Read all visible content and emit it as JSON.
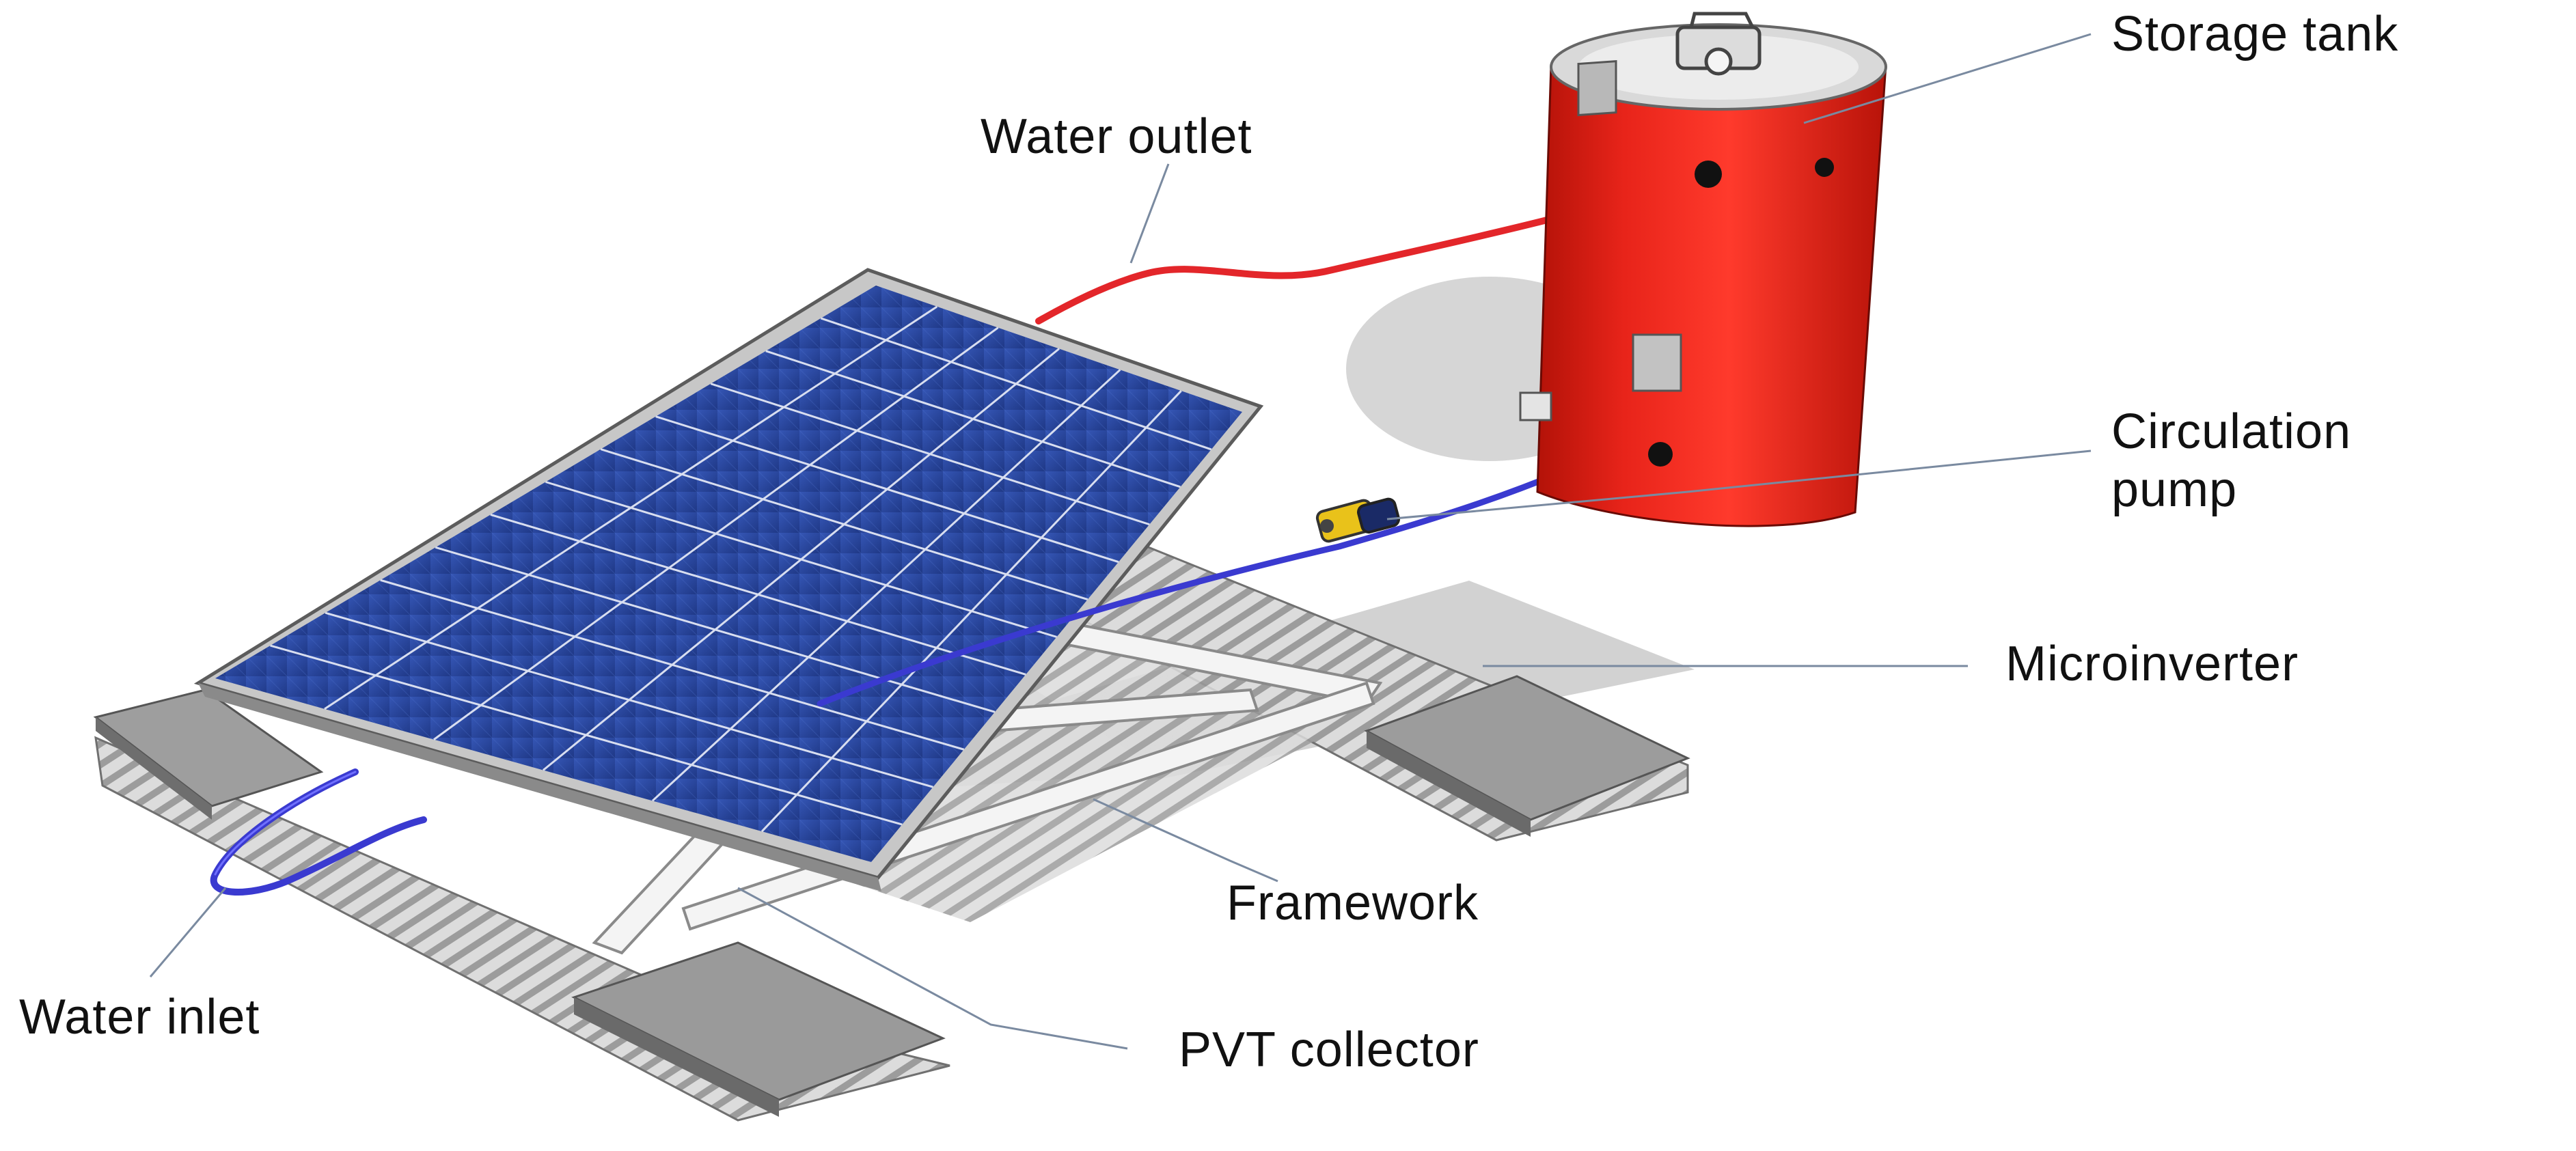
{
  "diagram": {
    "labels": {
      "storage_tank": "Storage tank",
      "water_outlet": "Water outlet",
      "circulation_pump_line1": "Circulation",
      "circulation_pump_line2": "pump",
      "microinverter": "Microinverter",
      "framework": "Framework",
      "water_inlet": "Water inlet",
      "pvt_collector": "PVT collector"
    },
    "colors": {
      "panel_cell": "#2a4aa0",
      "panel_grid": "#d8def0",
      "tank_red": "#e41f14",
      "pipe_hot": "#e3262a",
      "pipe_cold": "#3a3ad0",
      "pump_yellow": "#e9c21a",
      "framework_white": "#f2f2f2",
      "concrete_pad": "#9a9a9a",
      "deck_grey": "#b8b8b8",
      "leader_line": "#7a8aa0"
    }
  }
}
